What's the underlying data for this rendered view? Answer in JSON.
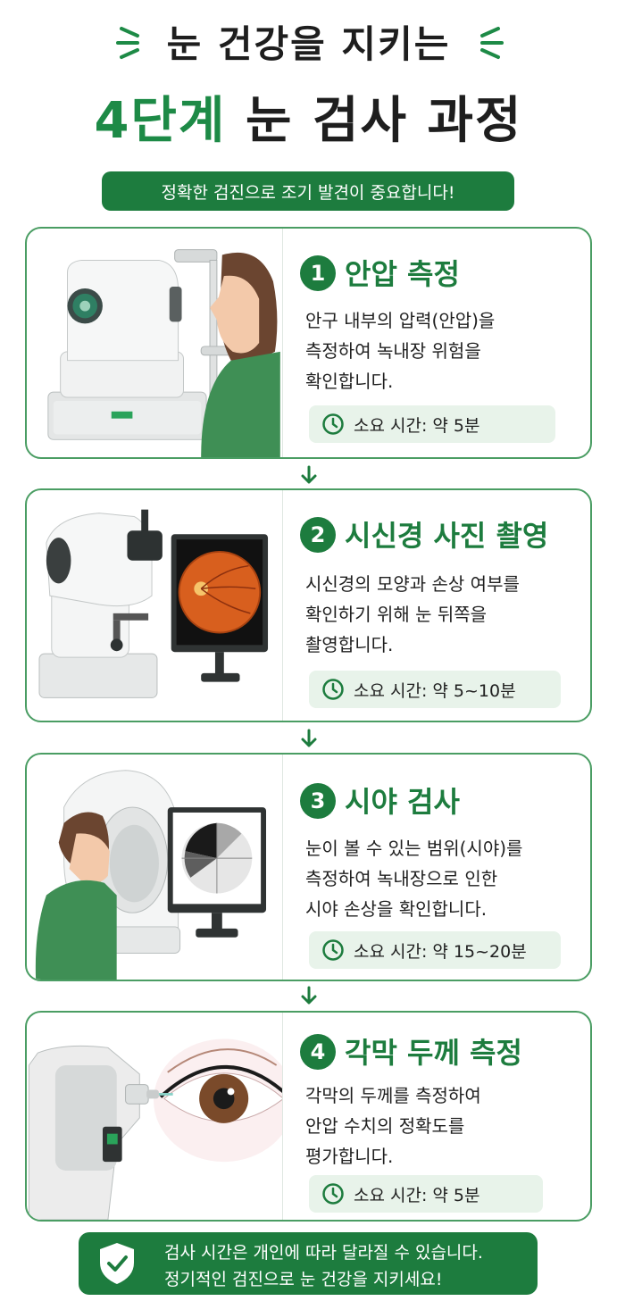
{
  "header": {
    "title_line1": "눈 건강을 지키는",
    "title_line2_accent": "4단계",
    "title_line2_rest": "눈 검사 과정",
    "subtitle": "정확한 검진으로 조기 발견이 중요합니다!"
  },
  "colors": {
    "accent": "#1d7c3e",
    "accent_light": "#e8f3ea",
    "border": "#4a9d63"
  },
  "steps": [
    {
      "number": "1",
      "title": "안압 측정",
      "desc": [
        "안구 내부의 압력(안압)을",
        "측정하여 녹내장 위험을",
        "확인합니다."
      ],
      "time": "소요 시간: 약 5분",
      "icon": "clock-icon"
    },
    {
      "number": "2",
      "title": "시신경 사진 촬영",
      "desc": [
        "시신경의 모양과 손상 여부를",
        "확인하기 위해 눈 뒤쪽을",
        "촬영합니다."
      ],
      "time": "소요 시간: 약 5~10분",
      "icon": "clock-icon"
    },
    {
      "number": "3",
      "title": "시야 검사",
      "desc": [
        "눈이 볼 수 있는 범위(시야)를",
        "측정하여 녹내장으로 인한",
        "시야 손상을 확인합니다."
      ],
      "time": "소요 시간: 약 15~20분",
      "icon": "clock-icon"
    },
    {
      "number": "4",
      "title": "각막 두께 측정",
      "desc": [
        "각막의 두께를 측정하여",
        "안압 수치의 정확도를",
        "평가합니다."
      ],
      "time": "소요 시간: 약 5분",
      "icon": "clock-icon"
    }
  ],
  "footer": {
    "line1": "검사 시간은 개인에 따라 달라질 수 있습니다.",
    "line2": "정기적인 검진으로 눈 건강을 지키세요!",
    "icon": "shield-check-icon"
  }
}
